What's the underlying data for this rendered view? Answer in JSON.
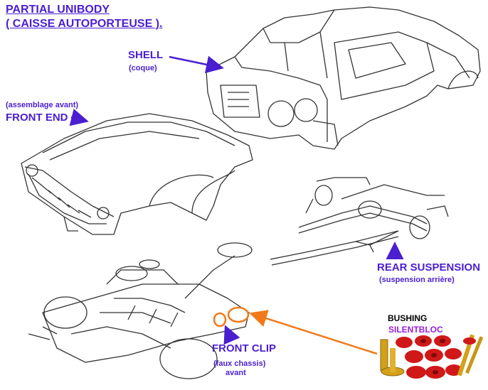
{
  "title": {
    "line1": "PARTIAL UNIBODY",
    "line2": "( CAISSE AUTOPORTEUSE )."
  },
  "labels": {
    "shell": {
      "en": "SHELL",
      "fr": "(coque)"
    },
    "front_end": {
      "fr": "(assemblage avant)",
      "en": "FRONT END"
    },
    "rear_suspension": {
      "en": "REAR SUSPENSION",
      "fr": "(suspension arrière)"
    },
    "front_clip": {
      "en": "FRONT CLIP",
      "fr1": "(faux chassis)",
      "fr2": "avant"
    },
    "bushing": {
      "en": "BUSHING",
      "fr": "SILENTBLOC"
    }
  },
  "colors": {
    "label": "#4a1fd0",
    "arrow": "#4a1fd0",
    "highlight": "#f07a1a",
    "bushing_red": "#d01818",
    "bushing_gold": "#d4a017",
    "line_art": "#333333"
  },
  "icons": [
    "shell-drawing",
    "front-end-drawing",
    "rear-suspension-drawing",
    "front-clip-drawing",
    "bushing-photo"
  ]
}
